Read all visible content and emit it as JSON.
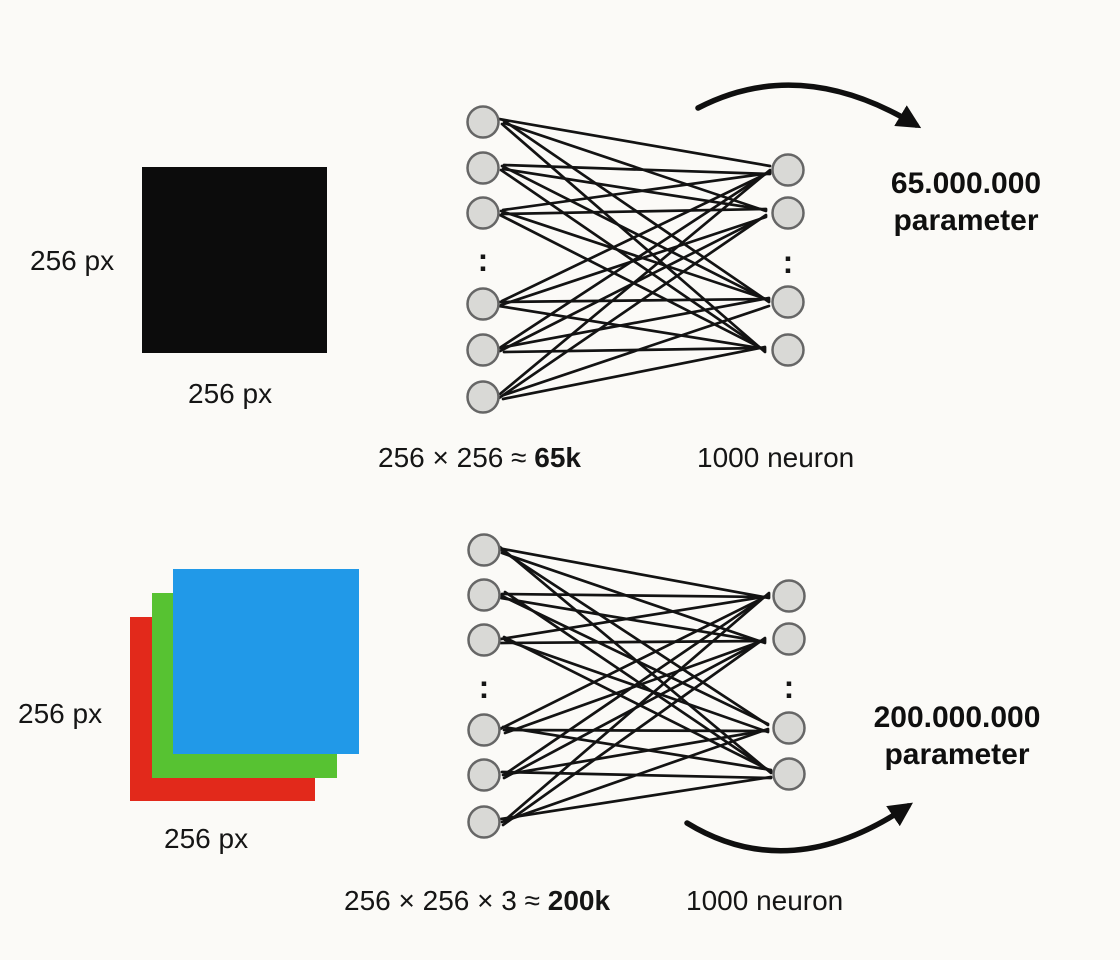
{
  "page": {
    "bg": "#fbfaf7"
  },
  "colors": {
    "node_fill": "#d9d9d6",
    "node_stroke": "#666666",
    "connection": "#131313",
    "arrow": "#0f0f0f",
    "text": "#151515"
  },
  "rows": [
    {
      "image": {
        "type": "grayscale-image",
        "square_color": "#0c0c0c",
        "height_label": "256 px",
        "width_label": "256 px"
      },
      "formula": {
        "prefix": "256 × 256 ≈ ",
        "bold": "65k"
      },
      "neurons_label": "1000 neuron",
      "parameter": {
        "line1": "65.000.000",
        "line2": "parameter"
      },
      "network": {
        "input_visible": 6,
        "output_visible": 4,
        "ellipsis": ":"
      }
    },
    {
      "image": {
        "type": "rgb-image",
        "layer_colors": [
          "#e2291b",
          "#57c232",
          "#2199e8"
        ],
        "height_label": "256 px",
        "width_label": "256 px"
      },
      "formula": {
        "prefix": "256 × 256 × 3 ≈ ",
        "bold": "200k"
      },
      "neurons_label": "1000 neuron",
      "parameter": {
        "line1": "200.000.000",
        "line2": "parameter"
      },
      "network": {
        "input_visible": 6,
        "output_visible": 4,
        "ellipsis": ":"
      }
    }
  ]
}
